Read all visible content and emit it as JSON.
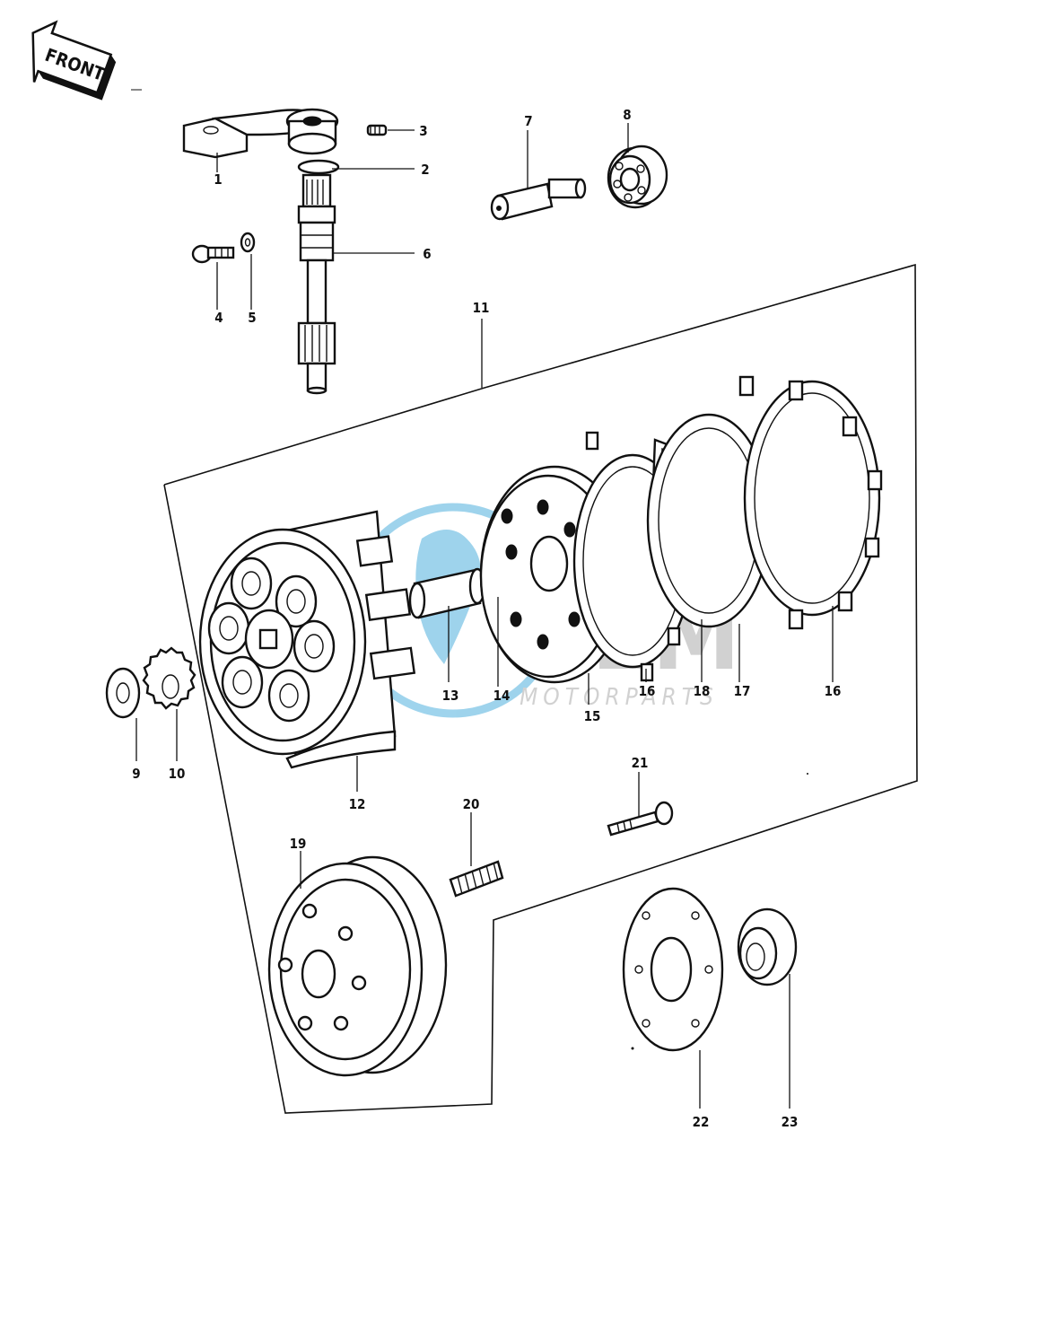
{
  "diagram": {
    "front_label": "FRONT",
    "watermark": {
      "brand": "OEM",
      "subtitle": "MOTORPARTS",
      "accent_color": "#2a9fd6",
      "gray_color": "#9a9a9a"
    },
    "callouts": {
      "p1": "1",
      "p2": "2",
      "p3": "3",
      "p4": "4",
      "p5": "5",
      "p6": "6",
      "p7": "7",
      "p8": "8",
      "p9": "9",
      "p10": "10",
      "p11": "11",
      "p12": "12",
      "p13": "13",
      "p14": "14",
      "p15": "15",
      "p16a": "16",
      "p16b": "16",
      "p17": "17",
      "p18": "18",
      "p19": "19",
      "p20": "20",
      "p21": "21",
      "p22": "22",
      "p23": "23"
    }
  }
}
